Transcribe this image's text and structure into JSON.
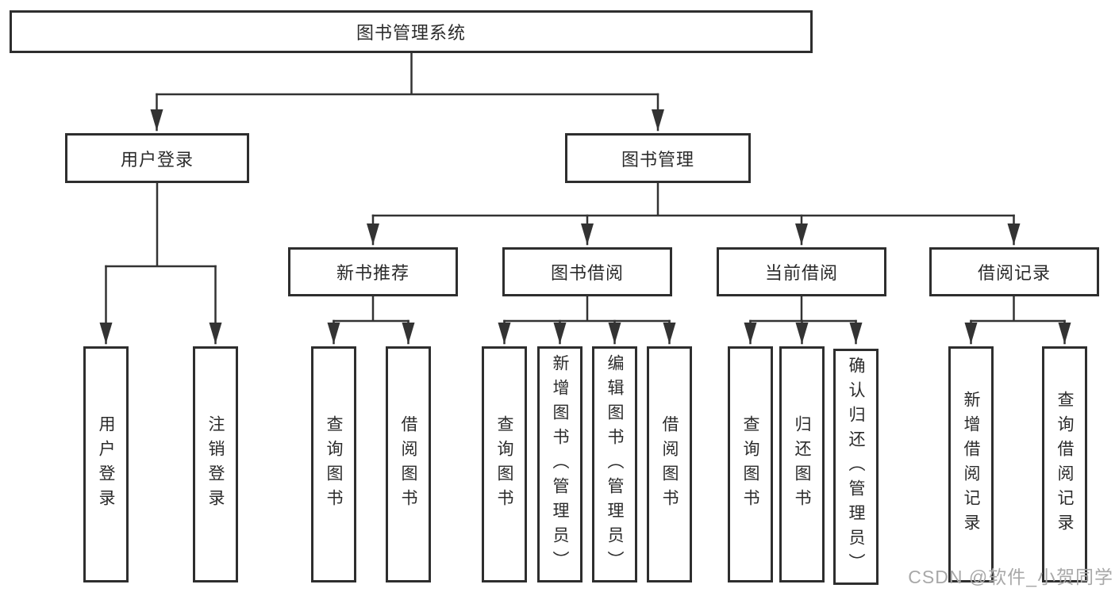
{
  "tree": {
    "root": {
      "label": "图书管理系统"
    },
    "branches": [
      {
        "label": "用户登录",
        "children": [
          {
            "label": "用户登录"
          },
          {
            "label": "注销登录"
          }
        ]
      },
      {
        "label": "图书管理",
        "groups": [
          {
            "label": "新书推荐",
            "children": [
              {
                "label": "查询图书"
              },
              {
                "label": "借阅图书"
              }
            ]
          },
          {
            "label": "图书借阅",
            "children": [
              {
                "label": "查询图书"
              },
              {
                "label": "新增图书（管理员）"
              },
              {
                "label": "编辑图书（管理员）"
              },
              {
                "label": "借阅图书"
              }
            ]
          },
          {
            "label": "当前借阅",
            "children": [
              {
                "label": "查询图书"
              },
              {
                "label": "归还图书"
              },
              {
                "label": "确认归还（管理员）"
              }
            ]
          },
          {
            "label": "借阅记录",
            "children": [
              {
                "label": "新增借阅记录"
              },
              {
                "label": "查询借阅记录"
              }
            ]
          }
        ]
      }
    ]
  },
  "watermark": {
    "text": "CSDN @软件_小贺同学"
  },
  "colors": {
    "line": "#333333",
    "box_border": "#2e2e2e",
    "text": "#2b2b2b",
    "watermark": "#a8a8a8",
    "background": "#ffffff"
  }
}
